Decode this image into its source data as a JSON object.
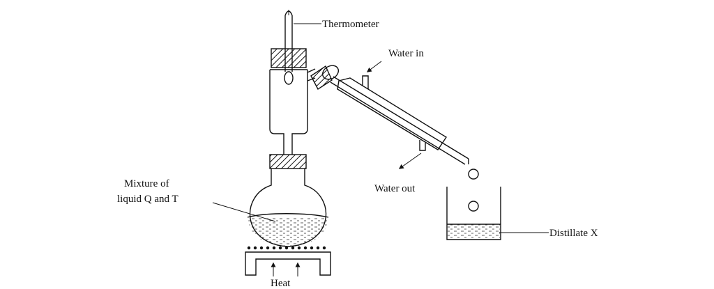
{
  "labels": {
    "thermometer": "Thermometer",
    "water_in": "Water in",
    "water_out": "Water out",
    "mixture_line1": "Mixture of",
    "mixture_line2": "liquid Q and T",
    "distillate": "Distillate X",
    "heat": "Heat"
  }
}
